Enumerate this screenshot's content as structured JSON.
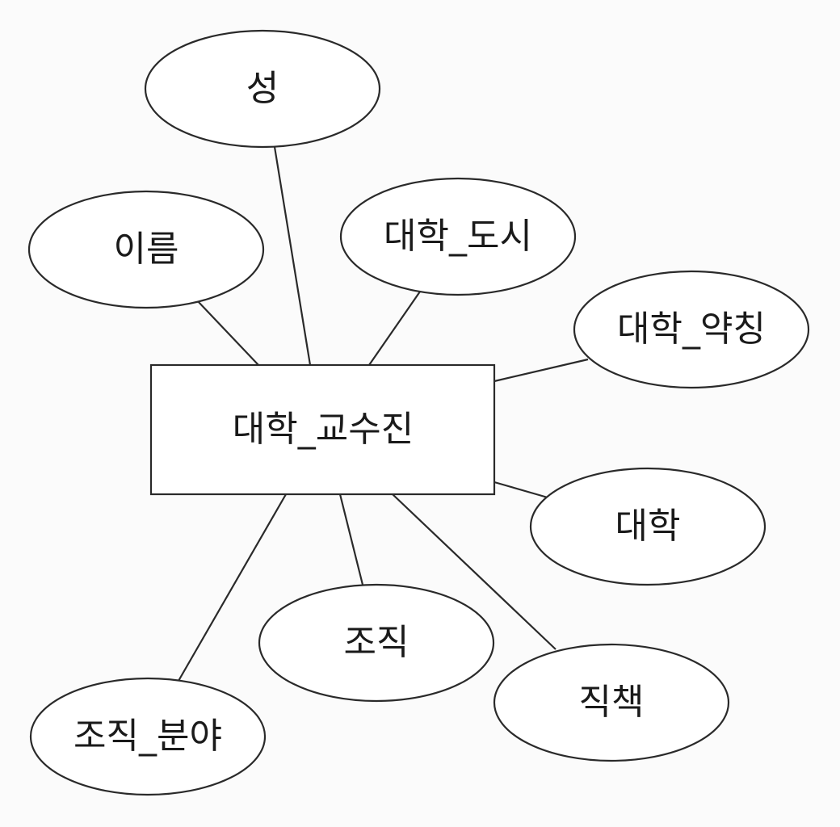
{
  "diagram": {
    "type": "entity-relationship",
    "entity": {
      "label": "대학_교수진"
    },
    "attributes": [
      {
        "id": "seong",
        "label": "성"
      },
      {
        "id": "ireum",
        "label": "이름"
      },
      {
        "id": "daehak-dosi",
        "label": "대학_도시"
      },
      {
        "id": "daehak-yakching",
        "label": "대학_약칭"
      },
      {
        "id": "daehak",
        "label": "대학"
      },
      {
        "id": "jojik",
        "label": "조직"
      },
      {
        "id": "jikchaek",
        "label": "직책"
      },
      {
        "id": "jojik-bunya",
        "label": "조직_분야"
      }
    ],
    "relationships": [
      {
        "from": "entity",
        "to": "seong"
      },
      {
        "from": "entity",
        "to": "ireum"
      },
      {
        "from": "entity",
        "to": "daehak-dosi"
      },
      {
        "from": "entity",
        "to": "daehak-yakching"
      },
      {
        "from": "entity",
        "to": "daehak"
      },
      {
        "from": "entity",
        "to": "jojik"
      },
      {
        "from": "entity",
        "to": "jikchaek"
      },
      {
        "from": "entity",
        "to": "jojik-bunya"
      }
    ]
  }
}
